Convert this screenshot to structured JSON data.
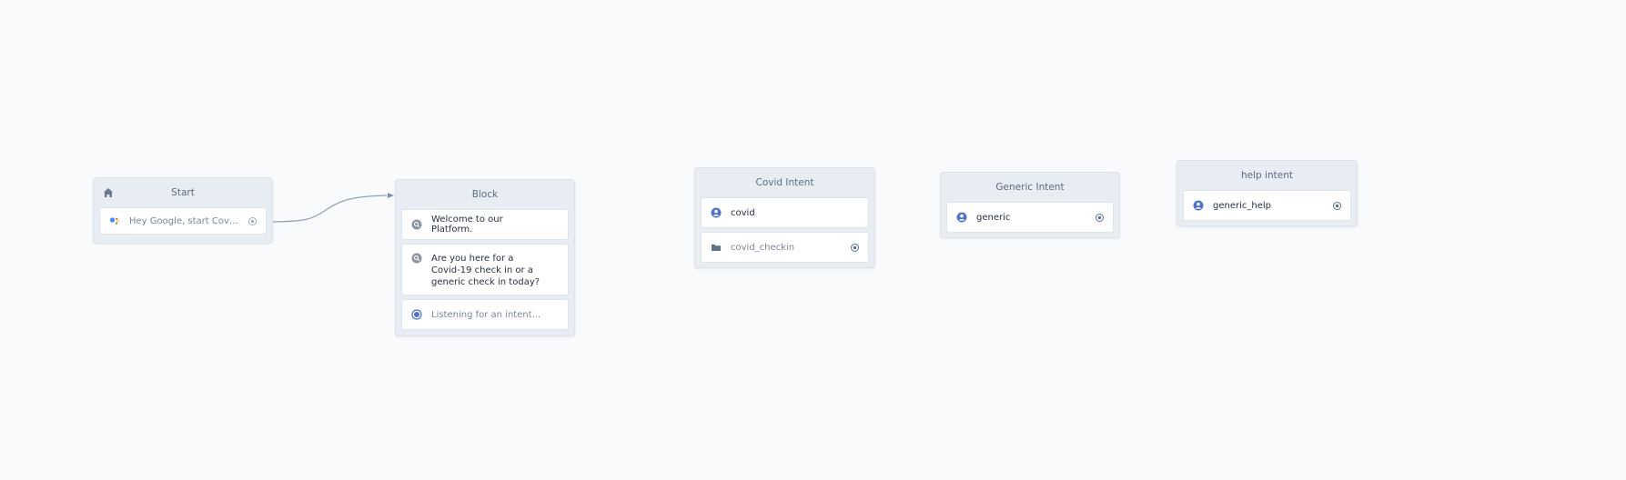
{
  "canvas": {
    "background": "#f9fafb",
    "accent": "#4f74c7"
  },
  "start_node": {
    "title": "Start",
    "icon": "home-icon",
    "steps": [
      {
        "label": "Hey Google, start CovidChe...",
        "icon": "google-assistant-icon",
        "port": "port-icon"
      }
    ]
  },
  "block_node": {
    "title": "Block",
    "steps": [
      {
        "label": "Welcome to our Platform.",
        "icon": "speak-icon"
      },
      {
        "label": "Are you here for a Covid-19 check in or a generic check in today?",
        "icon": "speak-icon"
      },
      {
        "label": "Listening for an intent...",
        "icon": "listen-icon"
      }
    ]
  },
  "covid_intent_node": {
    "title": "Covid Intent",
    "steps": [
      {
        "label": "covid",
        "icon": "intent-user-icon"
      },
      {
        "label": "covid_checkin",
        "icon": "folder-icon",
        "port": "port-icon"
      }
    ]
  },
  "generic_intent_node": {
    "title": "Generic Intent",
    "steps": [
      {
        "label": "generic",
        "icon": "intent-user-icon",
        "port": "port-icon"
      }
    ]
  },
  "help_intent_node": {
    "title": "help intent",
    "steps": [
      {
        "label": "generic_help",
        "icon": "intent-user-icon",
        "port": "port-icon"
      }
    ]
  }
}
